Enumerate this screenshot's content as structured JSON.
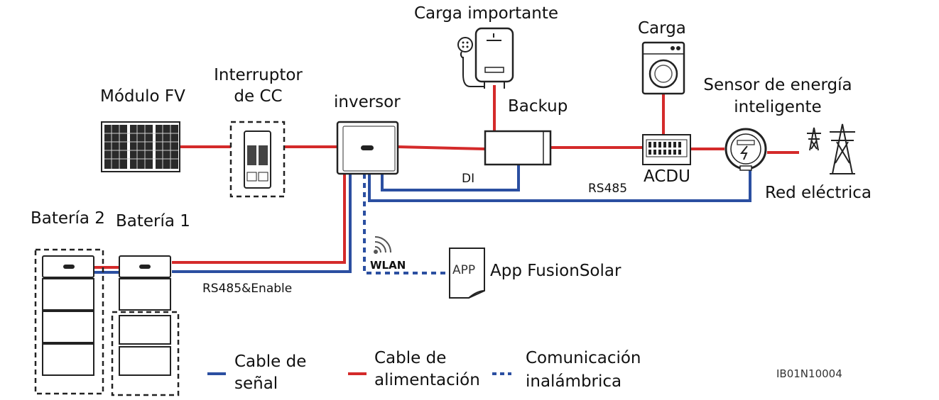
{
  "colors": {
    "power": "#d42a2a",
    "signal": "#2b4fa1",
    "outline": "#222222",
    "device_fill": "#ffffff",
    "panel_fill": "#2a2a2a"
  },
  "labels": {
    "pv_module": "Módulo FV",
    "dc_switch_line1": "Interruptor",
    "dc_switch_line2": "de CC",
    "inverter": "inversor",
    "important_load": "Carga importante",
    "backup": "Backup",
    "load": "Carga",
    "energy_sensor_line1": "Sensor de energía",
    "energy_sensor_line2": "inteligente",
    "acdu": "ACDU",
    "grid": "Red eléctrica",
    "di": "DI",
    "rs485": "RS485",
    "battery2": "Batería 2",
    "battery1": "Batería 1",
    "rs485_enable": "RS485&Enable",
    "wlan": "WLAN",
    "app_icon": "APP",
    "app": "App FusionSolar",
    "figure_id": "IB01N10004"
  },
  "legend": {
    "signal_line1": "Cable de",
    "signal_line2": "señal",
    "power_line1": "Cable de",
    "power_line2": "alimentación",
    "wireless_line1": "Comunicación",
    "wireless_line2": "inalámbrica"
  },
  "icons": {
    "pv": "solar-panel-icon",
    "switch": "dc-switch-icon",
    "inverter": "inverter-icon",
    "heater": "water-heater-icon",
    "backup": "backup-box-icon",
    "washer": "washing-machine-icon",
    "acdu": "distribution-box-icon",
    "meter": "energy-meter-icon",
    "tower": "transmission-tower-icon",
    "wifi": "wifi-icon",
    "app": "app-document-icon"
  }
}
